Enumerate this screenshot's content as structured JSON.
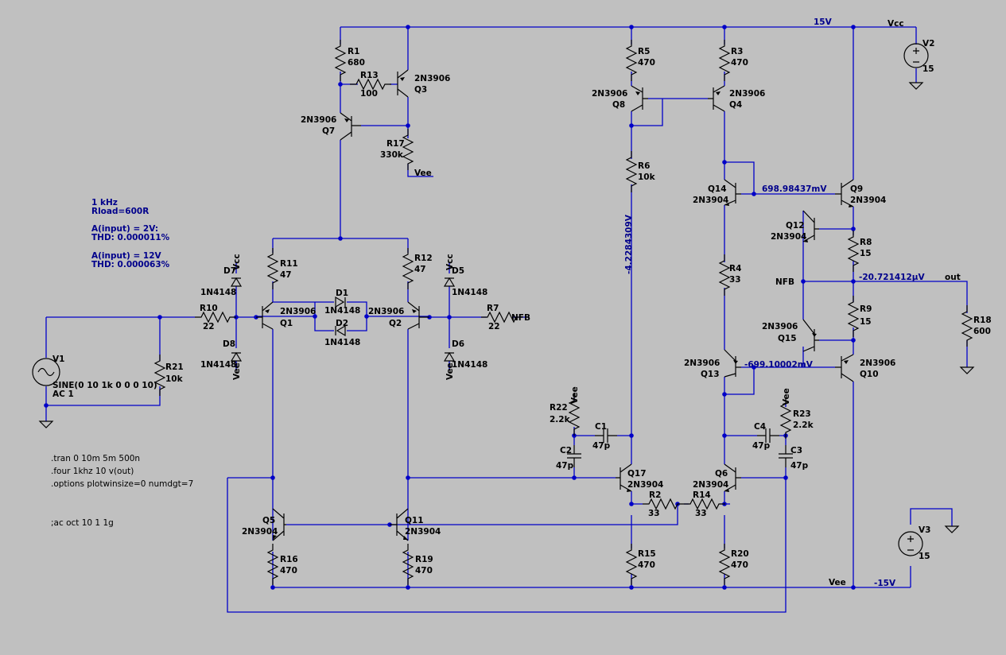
{
  "notes": {
    "title": "1 kHz",
    "load": "Rload=600R",
    "case1_label": "A(input) = 2V:",
    "case1_thd": "THD:  0.000011%",
    "case2_label": "A(input) = 12V",
    "case2_thd": "THD: 0.000063%"
  },
  "directives": {
    "tran": ".tran 0 10m 5m 500n",
    "four": ".four 1khz 10 v(out)",
    "options": ".options plotwinsize=0 numdgt=7",
    "ac": ";ac oct 10 1 1g"
  },
  "nets": {
    "vcc_rail": "15V",
    "vcc": "Vcc",
    "vee_rail": "-15V",
    "vee": "Vee",
    "out": "out",
    "nfb": "NFB",
    "vcc_d7": "Vcc",
    "vcc_d5": "Vcc",
    "vee_d8": "Vee",
    "vee_d6": "Vee",
    "vee_r17": "Vee",
    "vee_r22": "Vee",
    "vee_r23": "Vee",
    "nfb_r7": "NFB"
  },
  "probes": {
    "q14_base": "698.98437mV",
    "q13_base": "-699.10002mV",
    "r6_node": "-4.2284309V",
    "out": "-20.721412µV"
  },
  "components": {
    "R1": {
      "name": "R1",
      "value": "680"
    },
    "R2": {
      "name": "R2",
      "value": "33"
    },
    "R3": {
      "name": "R3",
      "value": "470"
    },
    "R4": {
      "name": "R4",
      "value": "33"
    },
    "R5": {
      "name": "R5",
      "value": "470"
    },
    "R6": {
      "name": "R6",
      "value": "10k"
    },
    "R7": {
      "name": "R7",
      "value": "22"
    },
    "R8": {
      "name": "R8",
      "value": "15"
    },
    "R9": {
      "name": "R9",
      "value": "15"
    },
    "R10": {
      "name": "R10",
      "value": "22"
    },
    "R11": {
      "name": "R11",
      "value": "47"
    },
    "R12": {
      "name": "R12",
      "value": "47"
    },
    "R13": {
      "name": "R13",
      "value": "100"
    },
    "R14": {
      "name": "R14",
      "value": "33"
    },
    "R15": {
      "name": "R15",
      "value": "470"
    },
    "R16": {
      "name": "R16",
      "value": "470"
    },
    "R17": {
      "name": "R17",
      "value": "330k"
    },
    "R18": {
      "name": "R18",
      "value": "600"
    },
    "R19": {
      "name": "R19",
      "value": "470"
    },
    "R20": {
      "name": "R20",
      "value": "470"
    },
    "R21": {
      "name": "R21",
      "value": "10k"
    },
    "R22": {
      "name": "R22",
      "value": "2.2k"
    },
    "R23": {
      "name": "R23",
      "value": "2.2k"
    },
    "C1": {
      "name": "C1",
      "value": "47p"
    },
    "C2": {
      "name": "C2",
      "value": "47p"
    },
    "C3": {
      "name": "C3",
      "value": "47p"
    },
    "C4": {
      "name": "C4",
      "value": "47p"
    },
    "D1": {
      "name": "D1",
      "value": "1N4148"
    },
    "D2": {
      "name": "D2",
      "value": "1N4148"
    },
    "D5": {
      "name": "D5",
      "value": "1N4148"
    },
    "D6": {
      "name": "D6",
      "value": "1N4148"
    },
    "D7": {
      "name": "D7",
      "value": "1N4148"
    },
    "D8": {
      "name": "D8",
      "value": "1N4148"
    },
    "Q1": {
      "name": "Q1",
      "value": "2N3906"
    },
    "Q2": {
      "name": "Q2",
      "value": "2N3906"
    },
    "Q3": {
      "name": "Q3",
      "value": "2N3906"
    },
    "Q4": {
      "name": "Q4",
      "value": "2N3906"
    },
    "Q5": {
      "name": "Q5",
      "value": "2N3904"
    },
    "Q6": {
      "name": "Q6",
      "value": "2N3904"
    },
    "Q7": {
      "name": "Q7",
      "value": "2N3906"
    },
    "Q8": {
      "name": "Q8",
      "value": "2N3906"
    },
    "Q9": {
      "name": "Q9",
      "value": "2N3904"
    },
    "Q10": {
      "name": "Q10",
      "value": "2N3906"
    },
    "Q11": {
      "name": "Q11",
      "value": "2N3904"
    },
    "Q12": {
      "name": "Q12",
      "value": "2N3904"
    },
    "Q13": {
      "name": "Q13",
      "value": "2N3906"
    },
    "Q14": {
      "name": "Q14",
      "value": "2N3904"
    },
    "Q15": {
      "name": "Q15",
      "value": "2N3906"
    },
    "Q17": {
      "name": "Q17",
      "value": "2N3904"
    },
    "V1": {
      "name": "V1",
      "value": "SINE(0 10 1k 0 0 0 10)",
      "extra": "AC 1"
    },
    "V2": {
      "name": "V2",
      "value": "15"
    },
    "V3": {
      "name": "V3",
      "value": "15"
    }
  }
}
